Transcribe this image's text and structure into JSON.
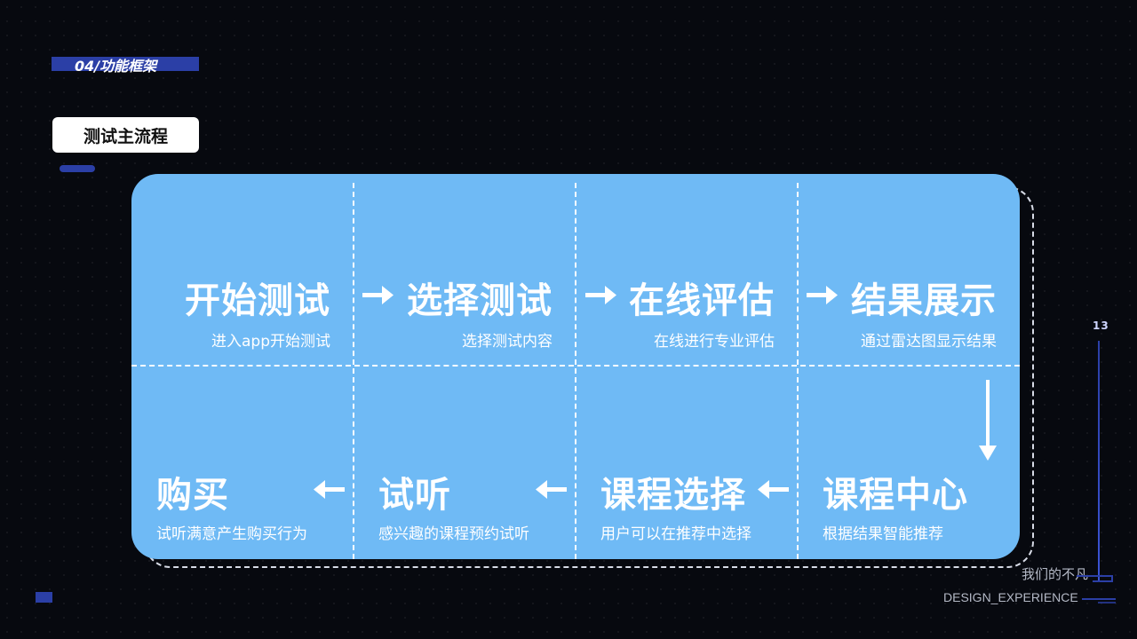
{
  "header": {
    "section_tag": "04/功能框架",
    "subtitle": "测试主流程"
  },
  "flow": {
    "top_row": [
      {
        "title": "开始测试",
        "desc": "进入app开始测试"
      },
      {
        "title": "选择测试",
        "desc": "选择测试内容"
      },
      {
        "title": "在线评估",
        "desc": "在线进行专业评估"
      },
      {
        "title": "结果展示",
        "desc": "通过雷达图显示结果"
      }
    ],
    "bottom_row": [
      {
        "title": "购买",
        "desc": "试听满意产生购买行为"
      },
      {
        "title": "试听",
        "desc": "感兴趣的课程预约试听"
      },
      {
        "title": "课程选择",
        "desc": "用户可以在推荐中选择"
      },
      {
        "title": "课程中心",
        "desc": "根据结果智能推荐"
      }
    ],
    "card_color": "#6fbaf5",
    "accent_color": "#2b3fa6"
  },
  "footer": {
    "page_number": "13",
    "slogan": "我们的不凡",
    "brand": "DESIGN_EXPERIENCE"
  },
  "icons": [
    "arrow-right-icon",
    "arrow-left-icon",
    "arrow-down-icon"
  ]
}
